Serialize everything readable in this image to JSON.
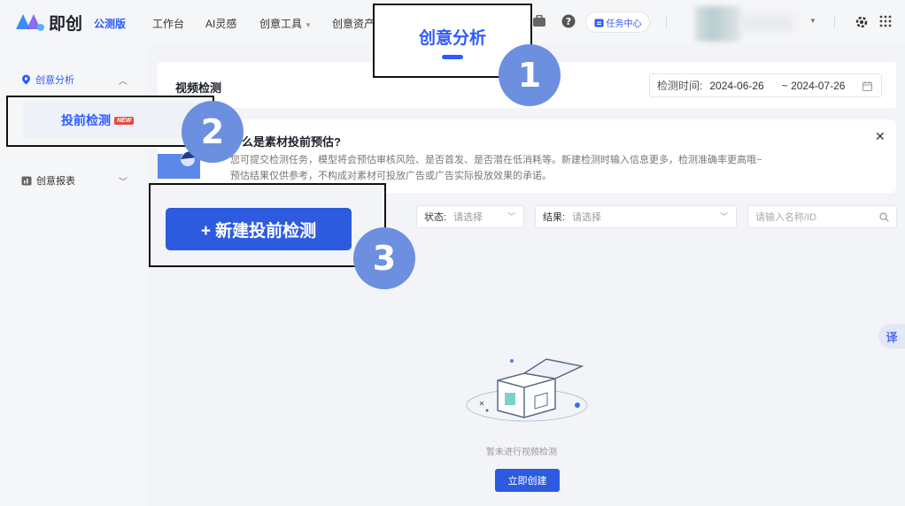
{
  "app": {
    "brand": "即创",
    "edition": "公测版"
  },
  "topnav": {
    "items": [
      "工作台",
      "AI灵感",
      "创意工具",
      "创意资产"
    ],
    "task_center": "任务中心"
  },
  "sidebar": {
    "section_analysis": "创意分析",
    "item_precheck": "投前检测",
    "new_badge": "NEW",
    "section_report": "创意报表"
  },
  "main": {
    "title": "视频检测",
    "date": {
      "label": "检测时间:",
      "start": "2024-06-26",
      "end": "~ 2024-07-26"
    },
    "tip": {
      "title": "么是素材投前预估?",
      "line1": "您可提交检测任务，模型将会预估审核风险、是否首发、是否潜在低消耗等。新建检测时输入信息更多，检测准确率更高哦~",
      "line2": "预估结果仅供参考，不构成对素材可投放广告或广告实际投放效果的承诺。"
    },
    "new_button": "+ 新建投前检测",
    "filters": {
      "status_label": "状态:",
      "status_value": "请选择",
      "result_label": "结果:",
      "result_value": "请选择",
      "search_placeholder": "请输入名称/ID"
    },
    "empty": {
      "text": "暂未进行视频检测",
      "button": "立即创建"
    },
    "translate": "译"
  },
  "annotations": {
    "box1_text": "创意分析",
    "callout1": "1",
    "callout2": "2",
    "callout3": "3"
  },
  "colors": {
    "accent": "#2d5bdf",
    "callout": "#6c8fe0",
    "badge": "#e8483b"
  },
  "icons": [
    "logo-icon",
    "briefcase-icon",
    "help-icon",
    "task-icon",
    "chevron-down-icon",
    "settings-icon",
    "grid-apps-icon",
    "location-pin-icon",
    "chevron-up-icon",
    "report-icon",
    "calendar-icon",
    "close-icon",
    "search-icon",
    "empty-box-illustration",
    "translate-icon"
  ]
}
